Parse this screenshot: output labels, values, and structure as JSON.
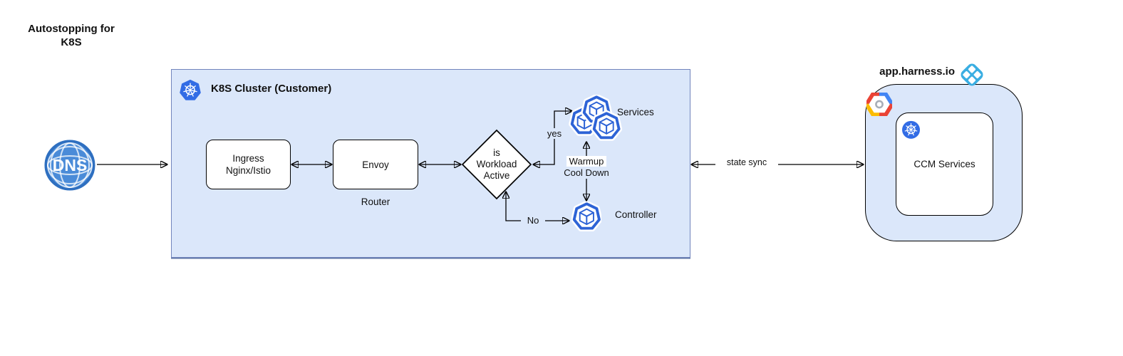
{
  "title": {
    "line1": "Autostopping for",
    "line2": "K8S"
  },
  "dns": {
    "label": "DNS"
  },
  "cluster": {
    "title": "K8S Cluster (Customer)",
    "nodes": {
      "ingress": {
        "line1": "Ingress",
        "line2": "Nginx/Istio"
      },
      "envoy": {
        "label": "Envoy",
        "sublabel": "Router"
      },
      "decision": {
        "line1": "is",
        "line2": "Workload",
        "line3": "Active"
      },
      "services": {
        "label": "Services"
      },
      "controller": {
        "label": "Controller"
      }
    },
    "edges": {
      "yes": "yes",
      "no": "No",
      "warmup_line1": "Warmup",
      "warmup_line2": "Cool Down"
    }
  },
  "state_sync_label": "state sync",
  "harness": {
    "domain": "app.harness.io",
    "ccm_label": "CCM Services"
  },
  "icons": [
    "dns-globe-icon",
    "kubernetes-icon",
    "pod-cube-icon",
    "harness-logo-icon",
    "gcp-hexagon-icon"
  ],
  "colors": {
    "cluster_fill": "#dbe7fa",
    "cluster_stroke": "#7285bc",
    "node_stroke": "#000000",
    "k8s_blue": "#326ce5",
    "pod_blue": "#2d63d6",
    "dns_blue": "#4a8bd8",
    "harness_logo_blue": "#3aaee2",
    "gcp_red": "#ea4335",
    "gcp_blue": "#4285f4",
    "gcp_yellow": "#fbbc05",
    "connector": "#000000"
  }
}
